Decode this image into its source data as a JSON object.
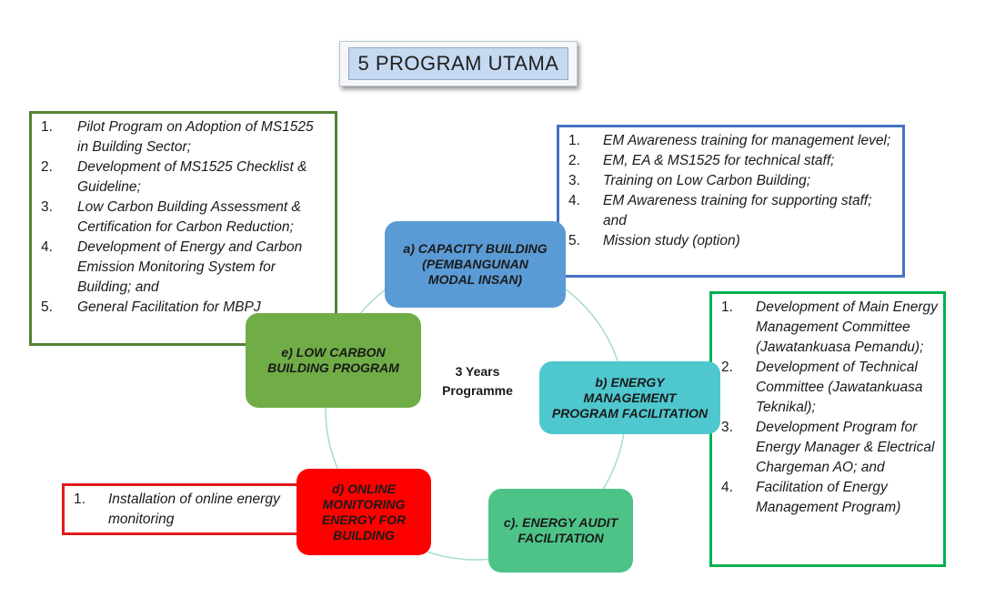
{
  "title": "5 PROGRAM UTAMA",
  "center_label": [
    "3 Years",
    "Programme"
  ],
  "nodes": {
    "a": [
      "a) CAPACITY BUILDING",
      "(PEMBANGUNAN",
      "MODAL INSAN)"
    ],
    "b": [
      "b) ENERGY",
      "MANAGEMENT",
      "PROGRAM FACILITATION"
    ],
    "c": [
      "c). ENERGY AUDIT",
      "FACILITATION"
    ],
    "d": [
      "d) ONLINE",
      "MONITORING",
      "ENERGY FOR",
      "BUILDING"
    ],
    "e": [
      "e) LOW CARBON",
      "BUILDING PROGRAM"
    ]
  },
  "lists": {
    "low_carbon": [
      {
        "num": "1.",
        "text": "Pilot Program on Adoption of MS1525 in Building Sector;"
      },
      {
        "num": "2.",
        "text": "Development of MS1525 Checklist & Guideline;"
      },
      {
        "num": "3.",
        "text": "Low Carbon Building Assessment & Certification for Carbon Reduction;"
      },
      {
        "num": "4.",
        "text": "Development of Energy and Carbon Emission Monitoring System for Building; and"
      },
      {
        "num": "5.",
        "text": "General Facilitation for MBPJ"
      }
    ],
    "capacity": [
      {
        "num": "1.",
        "text": "EM Awareness training for management level;"
      },
      {
        "num": "2.",
        "text": "EM, EA & MS1525 for technical staff;"
      },
      {
        "num": "3.",
        "text": "Training on Low Carbon Building;"
      },
      {
        "num": "4.",
        "text": "EM Awareness training for supporting staff; and"
      },
      {
        "num": "5.",
        "text": "Mission study (option)"
      }
    ],
    "energy_management": [
      {
        "num": "1.",
        "text": "Development of Main Energy Management Committee (Jawatankuasa Pemandu);"
      },
      {
        "num": "2.",
        "text": "Development of Technical Committee (Jawatankuasa Teknikal);"
      },
      {
        "num": "3.",
        "text": "Development Program for Energy Manager & Electrical Chargeman AO; and"
      },
      {
        "num": "4.",
        "text": "Facilitation of Energy Management Program)"
      }
    ],
    "online": [
      {
        "num": "1.",
        "text": "Installation of  online energy monitoring"
      }
    ]
  },
  "colors": {
    "node_a": "#5b9bd5",
    "node_b": "#4fc7ce",
    "node_c": "#4dc388",
    "node_d": "#ff0000",
    "node_e": "#70ad47",
    "box_low_carbon": "#548235",
    "box_capacity": "#4472c4",
    "box_energy_management": "#00b050",
    "box_online": "#e01b1b"
  }
}
